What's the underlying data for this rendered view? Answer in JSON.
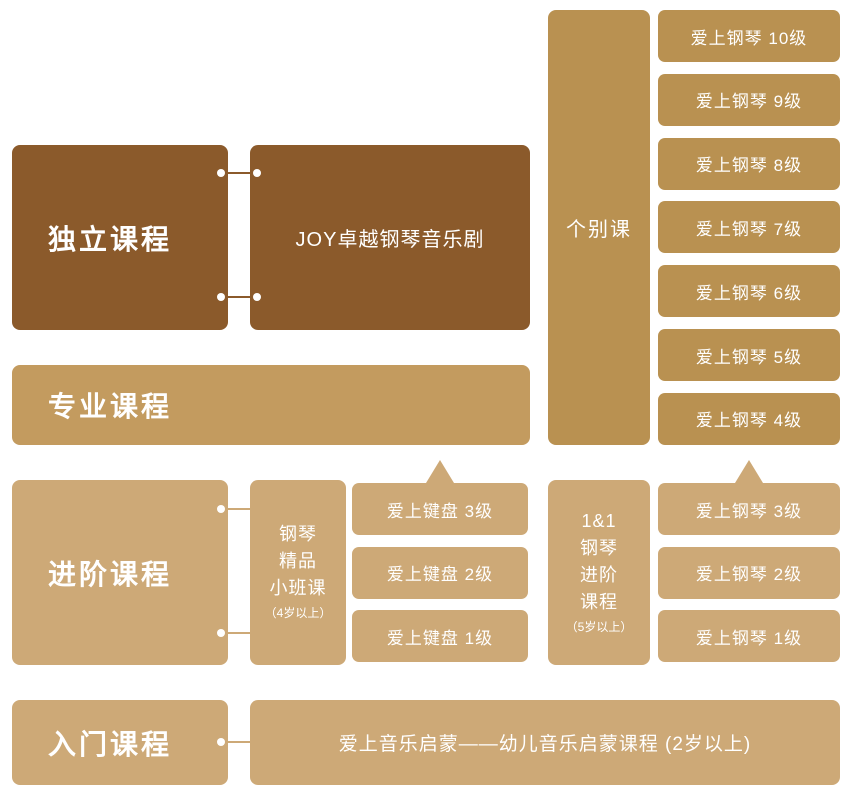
{
  "colors": {
    "dark_brown": "#8B5A2B",
    "gold": "#B99151",
    "tan": "#C39B5F",
    "light_tan": "#CDA977",
    "text": "#FFFFFF",
    "background": "#FFFFFF"
  },
  "independent": {
    "title": "独立课程",
    "joy_label": "JOY卓越钢琴音乐剧"
  },
  "professional": {
    "title": "专业课程"
  },
  "individual": {
    "title": "个别课"
  },
  "piano_upper": [
    "爱上钢琴 10级",
    "爱上钢琴 9级",
    "爱上钢琴 8级",
    "爱上钢琴 7级",
    "爱上钢琴 6级",
    "爱上钢琴 5级",
    "爱上钢琴 4级"
  ],
  "piano_lower": [
    "爱上钢琴 3级",
    "爱上钢琴 2级",
    "爱上钢琴 1级"
  ],
  "advanced": {
    "title": "进阶课程"
  },
  "small_class": {
    "line1": "钢琴",
    "line2": "精品",
    "line3": "小班课",
    "note": "（4岁以上）"
  },
  "keyboard": [
    "爱上键盘 3级",
    "爱上键盘 2级",
    "爱上键盘 1级"
  ],
  "one_and_one": {
    "line1": "1&1",
    "line2": "钢琴",
    "line3": "进阶",
    "line4": "课程",
    "note": "（5岁以上）"
  },
  "intro": {
    "title": "入门课程",
    "detail": "爱上音乐启蒙——幼儿音乐启蒙课程 (2岁以上)"
  }
}
